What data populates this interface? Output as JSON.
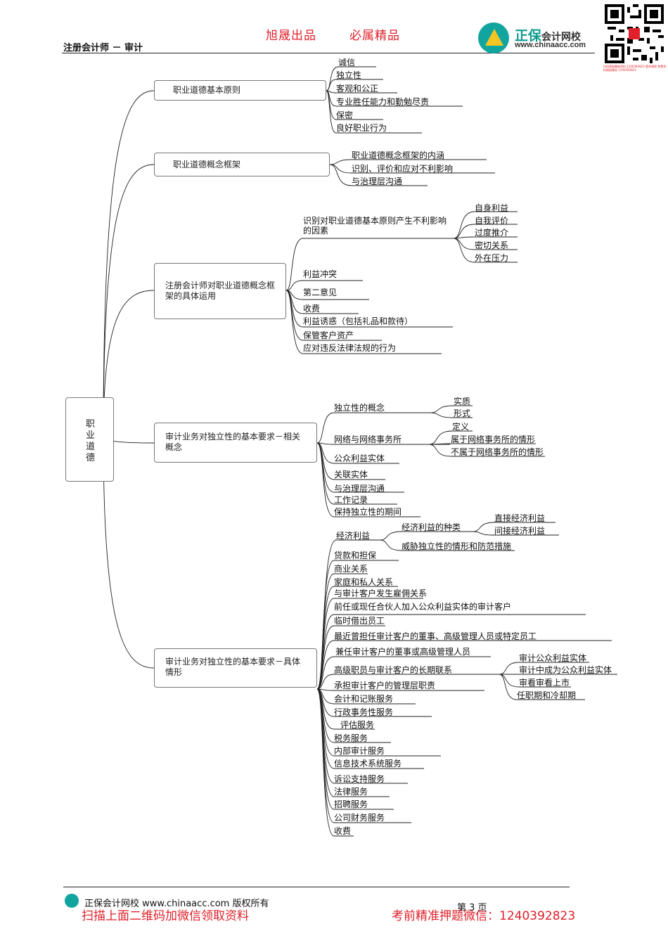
{
  "header": {
    "brand_left": "旭晟出品",
    "brand_right": "必属精品",
    "subject": "注册会计师 － 审计",
    "logo_name": "正保",
    "logo_name_suffix": "会计网校",
    "logo_url": "www.chinaacc.com",
    "qr_note": "扫码获取最新资料 1240392823 更多课程 免费资料请加微信 1240392823"
  },
  "root": {
    "label": "职业道德"
  },
  "nodes": {
    "n1": {
      "label": "职业道德基本原则",
      "children": [
        "诚信",
        "独立性",
        "客观和公正",
        "专业胜任能力和勤勉尽责",
        "保密",
        "良好职业行为"
      ]
    },
    "n2": {
      "label": "职业道德概念框架",
      "children": [
        "职业道德概念框架的内涵",
        "识别、评价和应对不利影响",
        "与治理层沟通"
      ]
    },
    "n3": {
      "label": "注册会计师对职业道德概念框架的具体运用",
      "children": [
        "识别对职业道德基本原则产生不利影响的因素",
        "利益冲突",
        "第二意见",
        "收费",
        "利益诱惑（包括礼品和款待）",
        "保管客户资产",
        "应对违反法律法规的行为"
      ],
      "factors": [
        "自身利益",
        "自我评价",
        "过度推介",
        "密切关系",
        "外在压力"
      ]
    },
    "n4": {
      "label": "审计业务对独立性的基本要求－相关概念",
      "children": [
        "独立性的概念",
        "网络与网络事务所",
        "公众利益实体",
        "关联实体",
        "与治理层沟通",
        "工作记录",
        "保持独立性的期间"
      ],
      "independence": [
        "实质",
        "形式"
      ],
      "network": [
        "定义",
        "属于网络事务所的情形",
        "不属于网络事务所的情形"
      ]
    },
    "n5": {
      "label": "审计业务对独立性的基本要求－具体情形",
      "children": [
        "经济利益",
        "贷款和担保",
        "商业关系",
        "家庭和私人关系",
        "与审计客户发生雇佣关系",
        "前任或现任合伙人加入公众利益实体的审计客户",
        "临时借出员工",
        "最近曾担任审计客户的董事、高级管理人员或特定员工",
        "兼任审计客户的董事或高级管理人员",
        "高级职员与审计客户的长期联系",
        "承担审计客户的管理层职责",
        "会计和记账服务",
        "行政事务性服务",
        "评估服务",
        "税务服务",
        "内部审计服务",
        "信息技术系统服务",
        "诉讼支持服务",
        "法律服务",
        "招聘服务",
        "公司财务服务",
        "收费"
      ],
      "econ": [
        "经济利益的种类",
        "威胁独立性的情形和防范措施"
      ],
      "econ_kinds": [
        "直接经济利益",
        "间接经济利益"
      ],
      "longterm": [
        "审计公众利益实体",
        "审计中成为公众利益实体",
        "审看审看上市",
        "任职期和冷却期"
      ]
    }
  },
  "footer": {
    "copyright": "正保会计网校 www.chinaacc.com 版权所有",
    "page": "第 3 页",
    "promo_left": "扫描上面二维码加微信领取资料",
    "promo_right": "考前精准押题微信：1240392823"
  },
  "colors": {
    "accent_red": "#e0202a",
    "brand_teal": "#12a5a0",
    "logo_gold": "#f3c624"
  }
}
